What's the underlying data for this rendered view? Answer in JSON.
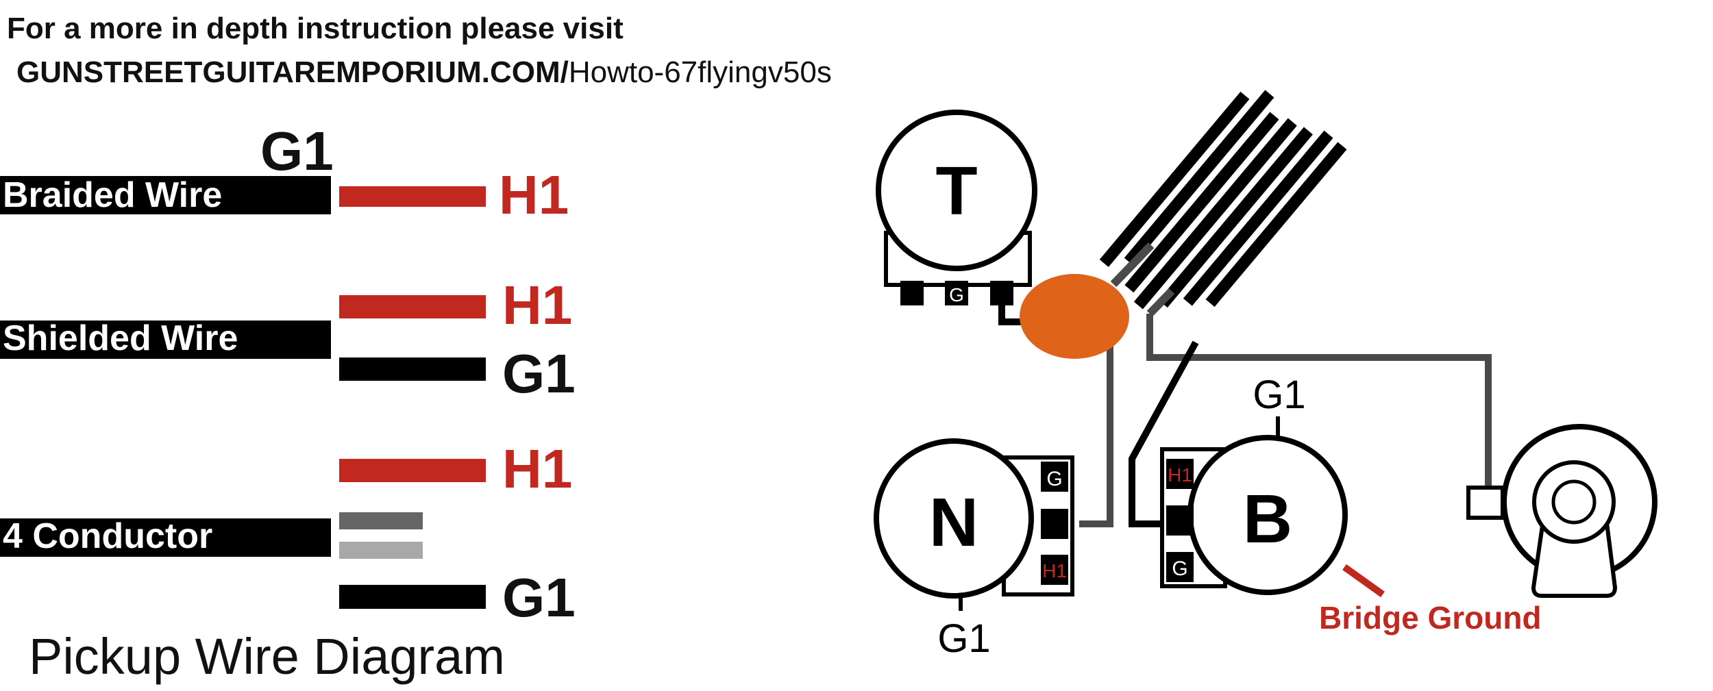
{
  "header": {
    "line1": "For a more in depth instruction please visit",
    "site": "GUNSTREETGUITAREMPORIUM.COM/",
    "path": "Howto-67flyingv50s"
  },
  "legend": {
    "top_ground_label": "G1",
    "rows": [
      {
        "name": "Braided Wire",
        "hot": "H1"
      },
      {
        "name": "Shielded Wire",
        "hot": "H1",
        "ground": "G1"
      },
      {
        "name": "4 Conductor",
        "hot": "H1",
        "ground": "G1"
      }
    ],
    "title": "Pickup Wire Diagram"
  },
  "diagram": {
    "tone_pot": {
      "label": "T",
      "lug_label": "G"
    },
    "neck_pickup": {
      "label": "N",
      "ground_lug": "G",
      "hot_lug": "H1",
      "ground_wire": "G1"
    },
    "bridge_pickup": {
      "label": "B",
      "hot_lug": "H1",
      "ground_lug": "G",
      "ground_wire": "G1"
    },
    "bridge_ground_label": "Bridge Ground"
  },
  "colors": {
    "hot": "#c1281f",
    "ground": "#000000",
    "solder": "#e0631a",
    "conductor_dark": "#666666",
    "conductor_light": "#a8a8a8",
    "wire_gray": "#4a4a4a",
    "text": "#111111"
  }
}
